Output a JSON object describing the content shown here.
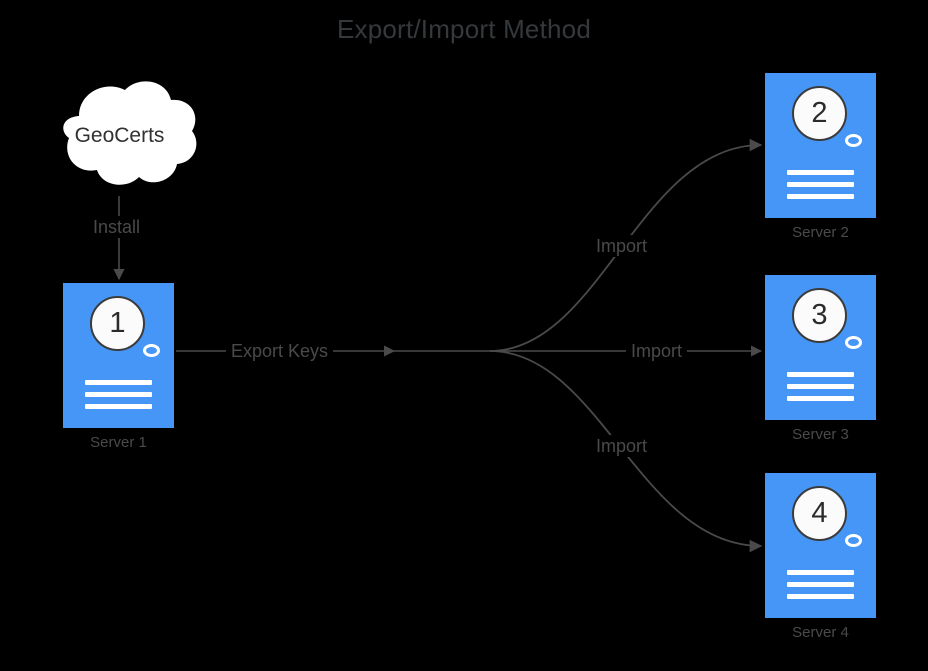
{
  "diagram": {
    "title": "Export/Import Method",
    "background_color": "#000000",
    "node_color": "#4596f7",
    "text_color": "#4a4a4a",
    "edge_color": "#4a4a4a"
  },
  "cloud": {
    "label": "GeoCerts",
    "icon": "cloud-icon"
  },
  "servers": [
    {
      "number": "1",
      "caption": "Server 1",
      "icon": "server-icon"
    },
    {
      "number": "2",
      "caption": "Server 2",
      "icon": "server-icon"
    },
    {
      "number": "3",
      "caption": "Server 3",
      "icon": "server-icon"
    },
    {
      "number": "4",
      "caption": "Server 4",
      "icon": "server-icon"
    }
  ],
  "edges": [
    {
      "label": "Install",
      "from": "GeoCerts",
      "to": "Server 1"
    },
    {
      "label": "Export Keys",
      "from": "Server 1",
      "to": "branch"
    },
    {
      "label": "Import",
      "from": "branch",
      "to": "Server 2"
    },
    {
      "label": "Import",
      "from": "branch",
      "to": "Server 3"
    },
    {
      "label": "Import",
      "from": "branch",
      "to": "Server 4"
    }
  ]
}
